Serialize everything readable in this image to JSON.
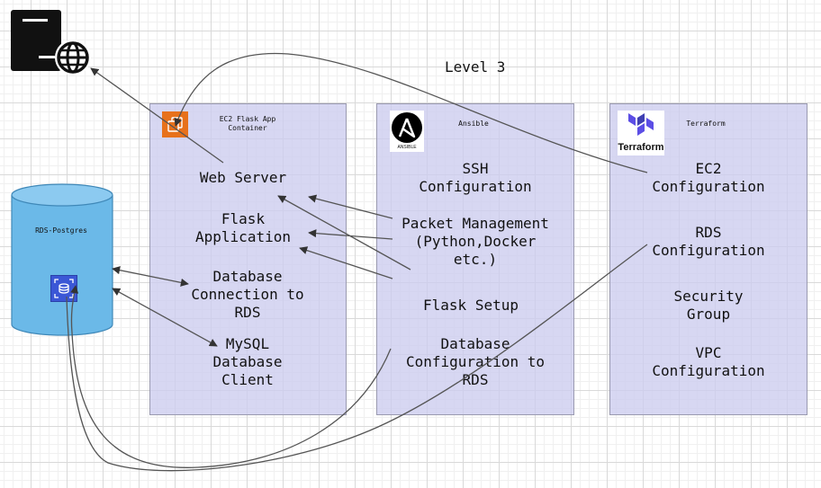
{
  "diagram": {
    "title": "Level 3",
    "colors": {
      "panel": "#ccccee",
      "aws_orange": "#e7711b",
      "rds_blue": "#3b57d6",
      "cylinder": "#6bb9e8",
      "terraform_purple": "#5c4ee5"
    },
    "database": {
      "label": "RDS-Postgres",
      "icon": "rds-database-icon"
    },
    "ec2_panel": {
      "title": "EC2 Flask App\nContainer",
      "icon": "ec2-container-icon",
      "items": [
        "Web Server",
        "Flask\nApplication",
        "Database\nConnection to\nRDS",
        "MySQL\nDatabase\nClient"
      ]
    },
    "ansible_panel": {
      "title": "Ansible",
      "logo_text": "ANSIBLE",
      "items": [
        "SSH\nConfiguration",
        "Packet Management\n(Python,Docker\netc.)",
        "Flask Setup",
        "Database\nConfiguration to\nRDS"
      ]
    },
    "terraform_panel": {
      "title": "Terraform",
      "logo_text": "Terraform",
      "items": [
        "EC2\nConfiguration",
        "RDS\nConfiguration",
        "Security\nGroup",
        "VPC\nConfiguration"
      ]
    },
    "internet": {
      "icon": "web-server-globe-icon"
    }
  }
}
